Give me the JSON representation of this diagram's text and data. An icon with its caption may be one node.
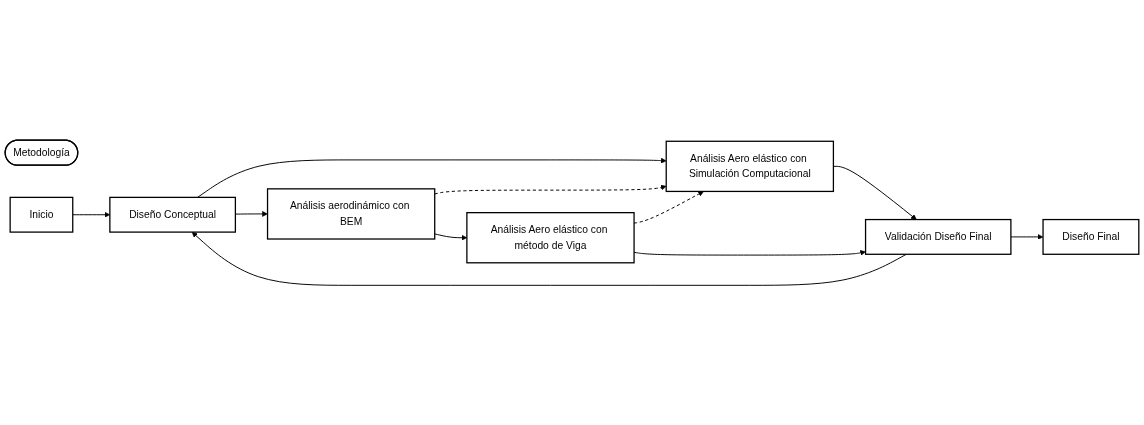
{
  "diagram": {
    "nodes": [
      {
        "text": [
          "Metodología"
        ]
      },
      {
        "text": [
          "Inicio"
        ]
      },
      {
        "text": [
          "Diseño Conceptual"
        ]
      },
      {
        "text": [
          "Análisis Aero elástico con Simulación Computacional"
        ]
      },
      {
        "text": [
          "Validación Diseño Final"
        ]
      },
      {
        "text": [
          "Diseño Final"
        ]
      },
      {
        "text": [
          "Análisis aerodinámico con BEM"
        ]
      },
      {
        "text": [
          "Análisis Aero elástico con método de Viga"
        ]
      }
    ],
    "edges": [
      {
        "from": 1,
        "to": 2,
        "arrow": "to"
      },
      {
        "from": 2,
        "to": 3,
        "arrow": "to"
      },
      {
        "from": 2,
        "to": 6,
        "arrow": "to"
      },
      {
        "from": 6,
        "to": 7,
        "arrow": "to"
      },
      {
        "from": 3,
        "to": 4,
        "arrow": "to"
      },
      {
        "from": 7,
        "to": 4,
        "arrow": "to"
      },
      {
        "from": 6,
        "to": 3,
        "arrow": "to",
        "style": "dashed"
      },
      {
        "from": 7,
        "to": 3,
        "arrow": "to",
        "style": "dashed"
      },
      {
        "from": 4,
        "to": 5,
        "arrow": "to"
      },
      {
        "from": 4,
        "to": 2,
        "arrow": "to"
      }
    ]
  }
}
